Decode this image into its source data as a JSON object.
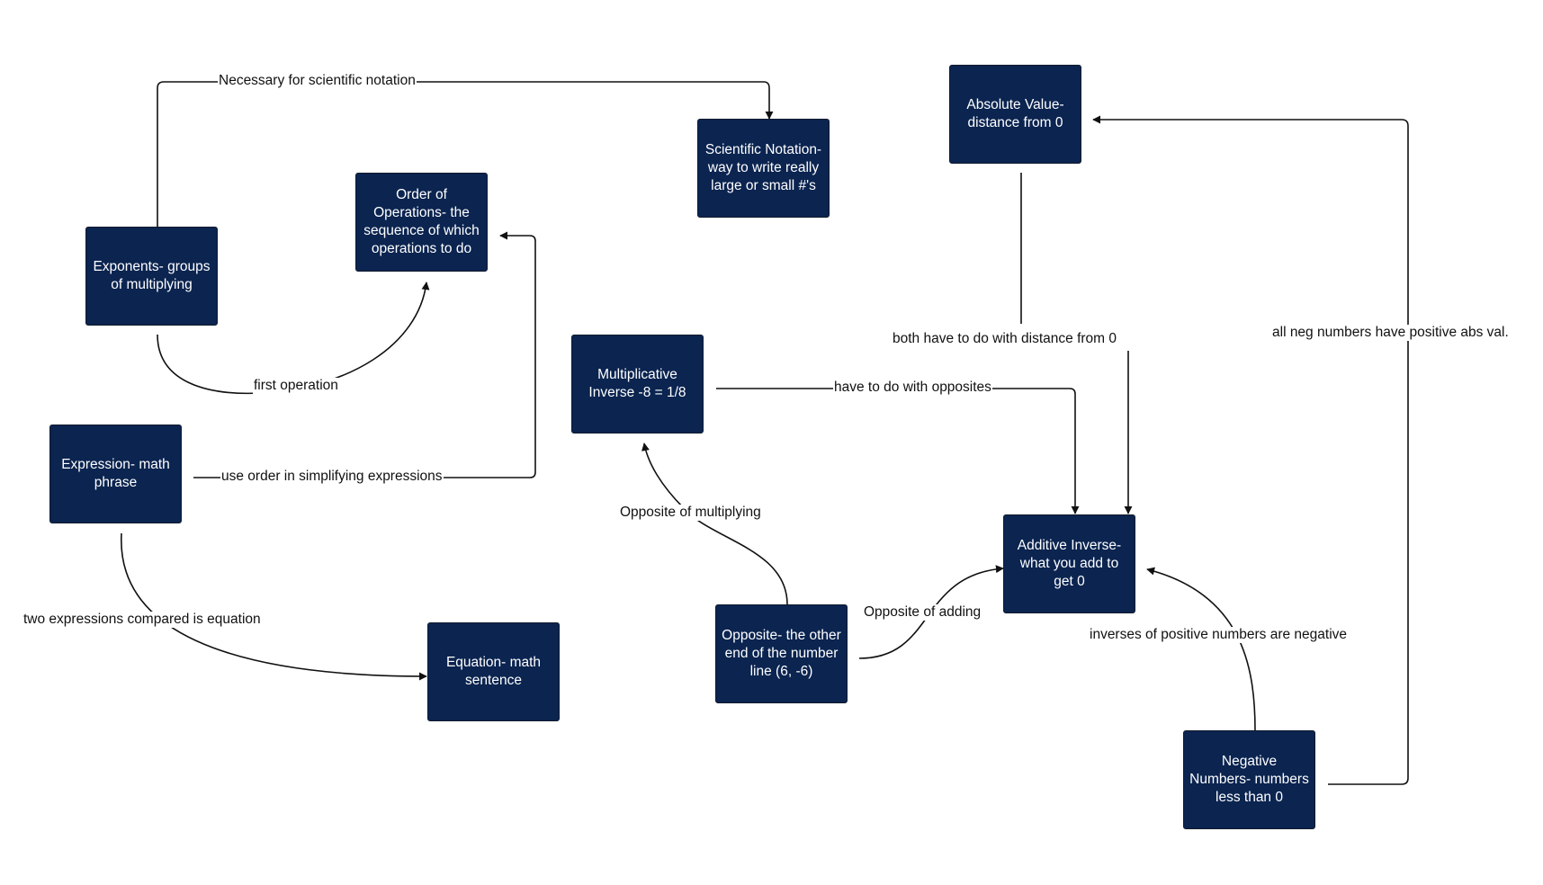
{
  "nodes": {
    "exponents": "Exponents- groups of multiplying",
    "order_of_operations": "Order of Operations- the sequence of which operations to do",
    "scientific_notation": "Scientific Notation- way to write really large or small #'s",
    "absolute_value": "Absolute Value- distance from 0",
    "expression": "Expression- math phrase",
    "equation": "Equation- math sentence",
    "multiplicative_inverse": "Multiplicative Inverse -8 = 1/8",
    "opposite": "Opposite- the other end of the number line (6, -6)",
    "additive_inverse": "Additive Inverse- what you add to get 0",
    "negative_numbers": "Negative Numbers- numbers less than 0"
  },
  "edges": {
    "exponents_to_scientific": "Necessary for scientific notation",
    "exponents_to_order": "first operation",
    "expression_to_order": "use order in simplifying expressions",
    "expression_to_equation": "two expressions compared is equation",
    "multiplicative_to_additive": "have to do with opposites",
    "absolute_to_additive": "both have to do with distance from 0",
    "negative_to_absolute": "all neg numbers have positive abs val.",
    "opposite_to_multiplicative": "Opposite of multiplying",
    "opposite_to_additive": "Opposite of adding",
    "negative_to_additive": "inverses of positive numbers are negative"
  },
  "colors": {
    "node_fill": "#0b2450",
    "node_text": "#ffffff",
    "connector": "#111111"
  }
}
